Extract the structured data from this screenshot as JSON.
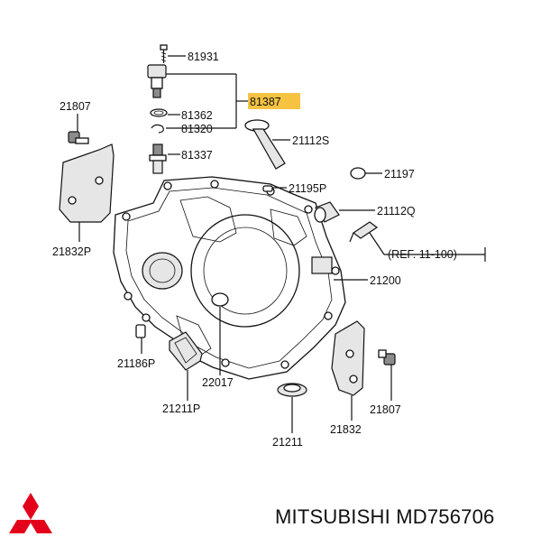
{
  "labels": {
    "p81931": "81931",
    "p81387": "81387",
    "p81362": "81362",
    "p81320": "81320",
    "p81337": "81337",
    "p21807_left": "21807",
    "p21832P": "21832P",
    "p21112S": "21112S",
    "p21197": "21197",
    "p21195P": "21195P",
    "p21112Q": "21112Q",
    "ref": "(REF. 11-100)",
    "p21200": "21200",
    "p21186P": "21186P",
    "p22017": "22017",
    "p21211P": "21211P",
    "p21211": "21211",
    "p21832": "21832",
    "p21807_right": "21807"
  },
  "brand": {
    "text": "MITSUBISHI MD756706"
  },
  "colors": {
    "highlight": "#f5c242",
    "logo": "#e3001b"
  }
}
